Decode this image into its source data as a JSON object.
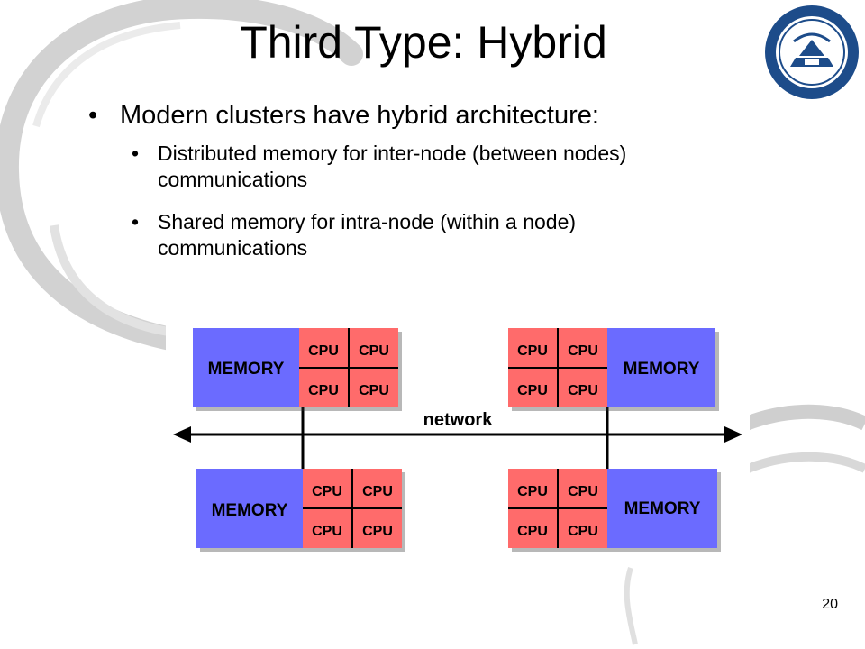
{
  "slide": {
    "title": "Third Type: Hybrid",
    "bullets": [
      {
        "text": "Modern clusters have hybrid architecture:"
      }
    ],
    "sub_bullets": [
      {
        "line1": "Distributed memory for inter-node (between nodes)",
        "line2": "communications"
      },
      {
        "line1": "Shared memory for intra-node (within a node)",
        "line2": "communications"
      }
    ],
    "page_number": "20",
    "logo_icon": "university-seal-icon"
  },
  "diagram": {
    "network_label": "network",
    "memory_label": "MEMORY",
    "cpu_label": "CPU",
    "colors": {
      "memory": "#6b6bff",
      "cpu": "#ff6b6b",
      "network": "#000000"
    },
    "nodes": [
      {
        "name": "top-left",
        "memory_side": "left"
      },
      {
        "name": "top-right",
        "memory_side": "right"
      },
      {
        "name": "bottom-left",
        "memory_side": "left"
      },
      {
        "name": "bottom-right",
        "memory_side": "right"
      }
    ]
  }
}
